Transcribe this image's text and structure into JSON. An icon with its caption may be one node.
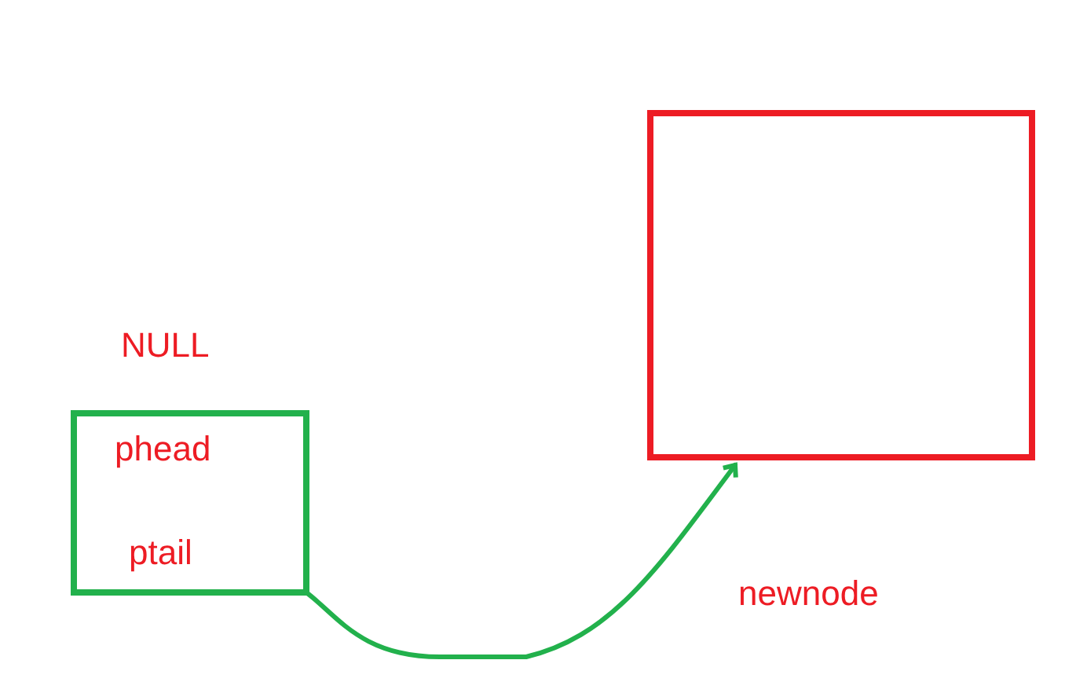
{
  "diagram": {
    "nodes": [
      {
        "text": [
          "phead",
          "ptail"
        ]
      },
      {
        "text": [],
        "shape": "box",
        "beside": [
          "newnode"
        ]
      }
    ],
    "edges": [
      {
        "from": 0,
        "to": 1,
        "arrow": "to",
        "color": "#22b14c"
      }
    ],
    "labels": [
      "NULL"
    ]
  }
}
